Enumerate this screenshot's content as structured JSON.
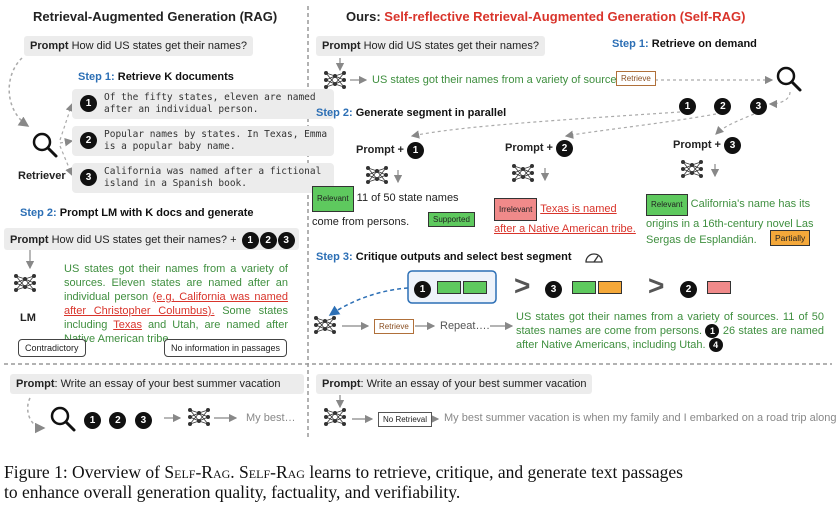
{
  "left": {
    "title": "Retrieval-Augmented Generation (RAG)",
    "prompt_label": "Prompt",
    "prompt_text": "How did US states get their names?",
    "step1_label": "Step 1:",
    "step1_text": "Retrieve K documents",
    "docs": [
      {
        "n": "1",
        "text": "Of the fifty states, eleven are named after an individual person."
      },
      {
        "n": "2",
        "text": "Popular names by states. In Texas, Emma is a popular baby name."
      },
      {
        "n": "3",
        "text": "California was named after a fictional island in a Spanish book."
      }
    ],
    "retriever_label": "Retriever",
    "step2_label": "Step 2:",
    "step2_text": "Prompt LM with K docs and generate",
    "prompt2_text": "How did US states get their names? +",
    "lm_label": "LM",
    "gen_text_1": "US states got their names from a variety of sources. Eleven states are named after an individual person",
    "gen_text_red": "(e.g, California was named after Christopher Columbus).",
    "gen_text_2": "Some states including",
    "gen_text_red2": "Texas",
    "gen_text_3": "and Utah, are named after Native American tribe.",
    "callout_contradictory": "Contradictory",
    "callout_noinfo": "No information in passages",
    "bottom_prompt_text": "Write an essay of your best summer vacation",
    "bottom_output": "My best…",
    "nums": [
      "1",
      "2",
      "3"
    ]
  },
  "right": {
    "title_prefix": "Ours:",
    "title_red": "Self-reflective Retrieval-Augmented Generation (",
    "title_red_b": "Self-RAG",
    "title_close": ")",
    "prompt_text": "How did US states get their names?",
    "step1_label": "Step 1:",
    "step1_text": "Retrieve on demand",
    "gen_line": "US states got their names from a variety of sources.",
    "retrieve_tag": "Retrieve",
    "step2_label": "Step 2:",
    "step2_text": "Generate segment in parallel",
    "prompt_plus": "Prompt +",
    "seg1": {
      "tag": "Relevant",
      "text": "11 of 50 state names come from persons.",
      "tag2": "Supported"
    },
    "seg2": {
      "tag": "Irrelevant",
      "text": "Texas is named after a Native American tribe."
    },
    "seg3": {
      "tag": "Relevant",
      "text": "California's name has its origins in a 16th-century novel Las Sergas de Esplandián.",
      "tag2": "Partially"
    },
    "step3_label": "Step 3:",
    "step3_text": "Critique outputs and select best segment",
    "repeat_text": "Repeat….",
    "final_text_1": "US states got their names from a variety of sources. 11 of 50 states names are come from persons.",
    "final_text_2": "26 states are named after Native Americans, including Utah.",
    "bottom_prompt_text": "Write an essay of your best summer vacation",
    "noret_tag": "No Retrieval",
    "bottom_output": "My best summer vacation is when my family and I embarked on a road trip along …",
    "nums": [
      "1",
      "2",
      "3",
      "4"
    ]
  },
  "caption": {
    "fig": "Figure 1: Overview of",
    "name": "Self-Rag",
    "dot": ".",
    "rest_1": "learns to retrieve, critique, and generate text passages",
    "line2": "to enhance overall generation quality, factuality, and verifiability."
  },
  "colors": {
    "accent_blue": "#2c6fb5",
    "accent_red": "#d9342b",
    "green_text": "#3f8f3f",
    "tag_green": "#5ec95e",
    "tag_red": "#f08a8a",
    "tag_orange": "#f4a83a"
  }
}
